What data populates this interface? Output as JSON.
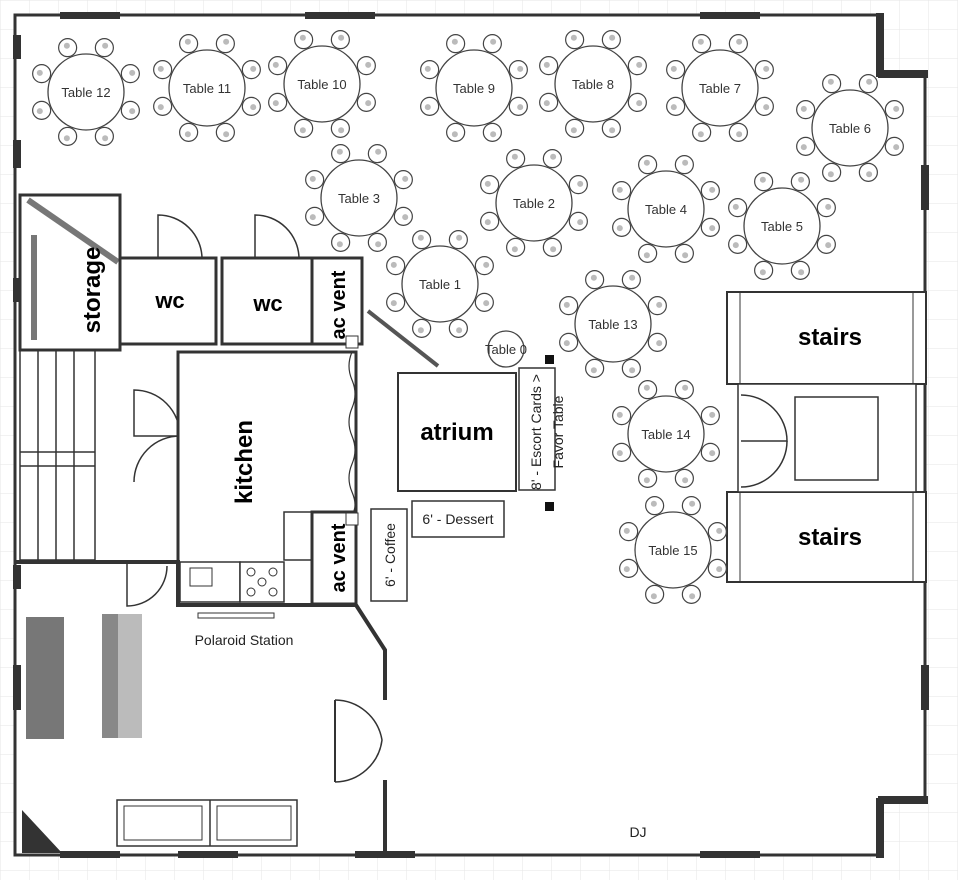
{
  "rooms": {
    "storage": "storage",
    "wc1": "wc",
    "wc2": "wc",
    "ac_vent_top": "ac vent",
    "ac_vent_bottom": "ac vent",
    "kitchen": "kitchen",
    "atrium": "atrium",
    "stairs_top": "stairs",
    "stairs_bottom": "stairs"
  },
  "labels": {
    "escort_cards": "8' - Escort Cards >",
    "favor_table": "Favor Table",
    "dessert": "6' - Dessert",
    "coffee": "6' - Coffee",
    "polaroid": "Polaroid Station",
    "dj": "DJ"
  },
  "tables": [
    {
      "label": "Table 12"
    },
    {
      "label": "Table 11"
    },
    {
      "label": "Table 10"
    },
    {
      "label": "Table 9"
    },
    {
      "label": "Table 8"
    },
    {
      "label": "Table 7"
    },
    {
      "label": "Table 6"
    },
    {
      "label": "Table 3"
    },
    {
      "label": "Table 2"
    },
    {
      "label": "Table 4"
    },
    {
      "label": "Table 5"
    },
    {
      "label": "Table 1"
    },
    {
      "label": "Table 13"
    },
    {
      "label": "Table 0"
    },
    {
      "label": "Table 14"
    },
    {
      "label": "Table 15"
    }
  ],
  "colors": {
    "wall": "#333333",
    "grid": "#e6e6e6",
    "chair_dot": "#bbbbbb",
    "door_fill": "#888888"
  }
}
